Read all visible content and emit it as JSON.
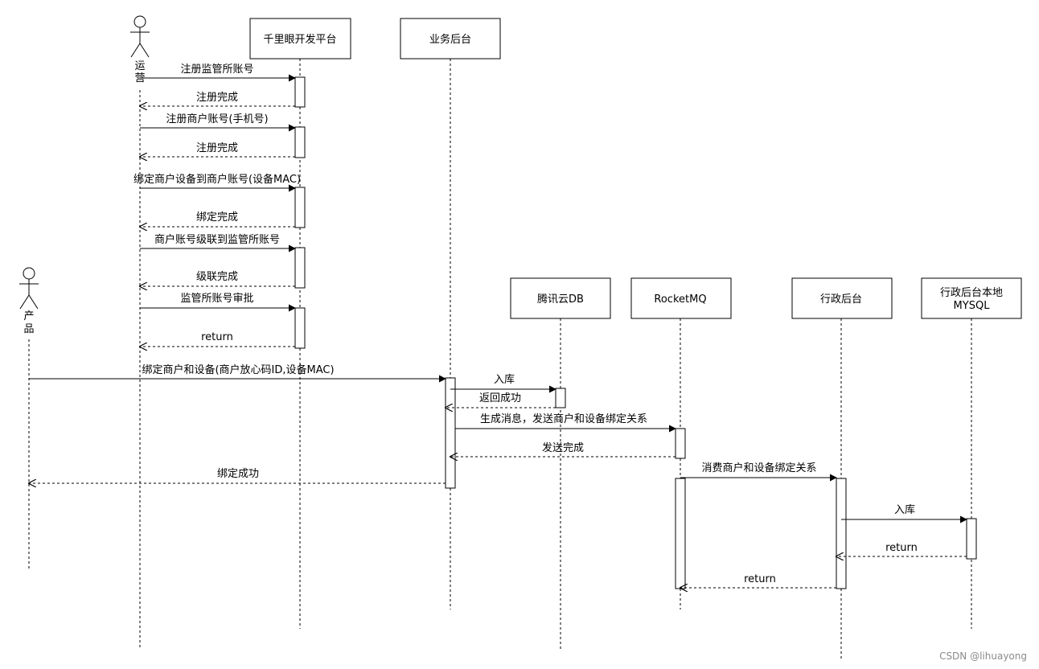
{
  "participants": [
    {
      "id": "ops",
      "kind": "actor",
      "label_lines": [
        "运",
        "营"
      ]
    },
    {
      "id": "qly",
      "kind": "box",
      "label_lines": [
        "千里眼开发平台"
      ]
    },
    {
      "id": "biz",
      "kind": "box",
      "label_lines": [
        "业务后台"
      ]
    },
    {
      "id": "prod",
      "kind": "actor",
      "label_lines": [
        "产",
        "品"
      ]
    },
    {
      "id": "db",
      "kind": "box",
      "label_lines": [
        "腾讯云DB"
      ]
    },
    {
      "id": "mq",
      "kind": "box",
      "label_lines": [
        "RocketMQ"
      ]
    },
    {
      "id": "admin",
      "kind": "box",
      "label_lines": [
        "行政后台"
      ]
    },
    {
      "id": "mysql",
      "kind": "box",
      "label_lines": [
        "行政后台本地",
        "MYSQL"
      ]
    }
  ],
  "messages": [
    {
      "from": "ops",
      "to": "qly",
      "style": "solid",
      "label": "注册监管所账号"
    },
    {
      "from": "qly",
      "to": "ops",
      "style": "dashed",
      "label": "注册完成"
    },
    {
      "from": "ops",
      "to": "qly",
      "style": "solid",
      "label": "注册商户账号(手机号)"
    },
    {
      "from": "qly",
      "to": "ops",
      "style": "dashed",
      "label": "注册完成"
    },
    {
      "from": "ops",
      "to": "qly",
      "style": "solid",
      "label": "绑定商户设备到商户账号(设备MAC)"
    },
    {
      "from": "qly",
      "to": "ops",
      "style": "dashed",
      "label": "绑定完成"
    },
    {
      "from": "ops",
      "to": "qly",
      "style": "solid",
      "label": "商户账号级联到监管所账号"
    },
    {
      "from": "qly",
      "to": "ops",
      "style": "dashed",
      "label": "级联完成"
    },
    {
      "from": "ops",
      "to": "qly",
      "style": "solid",
      "label": "监管所账号审批"
    },
    {
      "from": "qly",
      "to": "ops",
      "style": "dashed",
      "label": "return"
    },
    {
      "from": "prod",
      "to": "biz",
      "style": "solid",
      "label": "绑定商户和设备(商户放心码ID,设备MAC)"
    },
    {
      "from": "biz",
      "to": "db",
      "style": "solid",
      "label": "入库"
    },
    {
      "from": "db",
      "to": "biz",
      "style": "dashed",
      "label": "返回成功"
    },
    {
      "from": "biz",
      "to": "mq",
      "style": "solid",
      "label": "生成消息，发送商户和设备绑定关系"
    },
    {
      "from": "mq",
      "to": "biz",
      "style": "dashed",
      "label": "发送完成"
    },
    {
      "from": "biz",
      "to": "prod",
      "style": "dashed",
      "label": "绑定成功"
    },
    {
      "from": "mq",
      "to": "admin",
      "style": "solid",
      "label": "消费商户和设备绑定关系"
    },
    {
      "from": "admin",
      "to": "mysql",
      "style": "solid",
      "label": "入库"
    },
    {
      "from": "mysql",
      "to": "admin",
      "style": "dashed",
      "label": "return"
    },
    {
      "from": "admin",
      "to": "mq",
      "style": "dashed",
      "label": "return"
    }
  ],
  "watermark": "CSDN @lihuayong"
}
